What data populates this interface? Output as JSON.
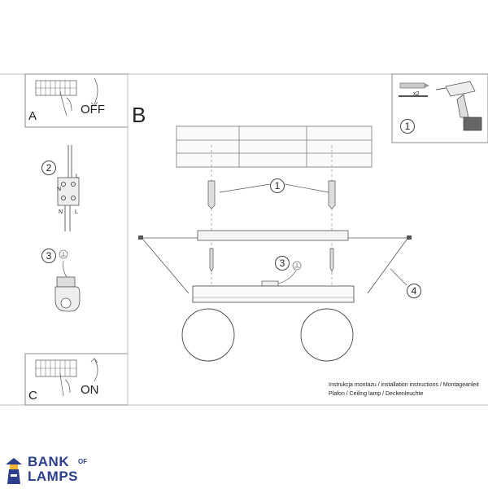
{
  "panels": {
    "a": {
      "letter": "A",
      "action": "OFF"
    },
    "c": {
      "letter": "C",
      "action": "ON"
    },
    "b": {
      "letter": "B"
    }
  },
  "steps": {
    "one": "1",
    "two": "2",
    "three": "3",
    "four": "4"
  },
  "tools": {
    "quantity": "x2"
  },
  "wiring": {
    "n": "N",
    "l": "L"
  },
  "caption": {
    "line1": "Instrukcja montażu / installation instructions / Montageanleit",
    "line2": "Plafon / Ceiling lamp / Deckenleuchte"
  },
  "logo": {
    "word1": "BANK",
    "of": "OF",
    "word2": "LAMPS",
    "color": "#2c3f8a",
    "accent": "#f2b632"
  },
  "colors": {
    "line": "#555555",
    "frame": "#bbbbbb"
  }
}
